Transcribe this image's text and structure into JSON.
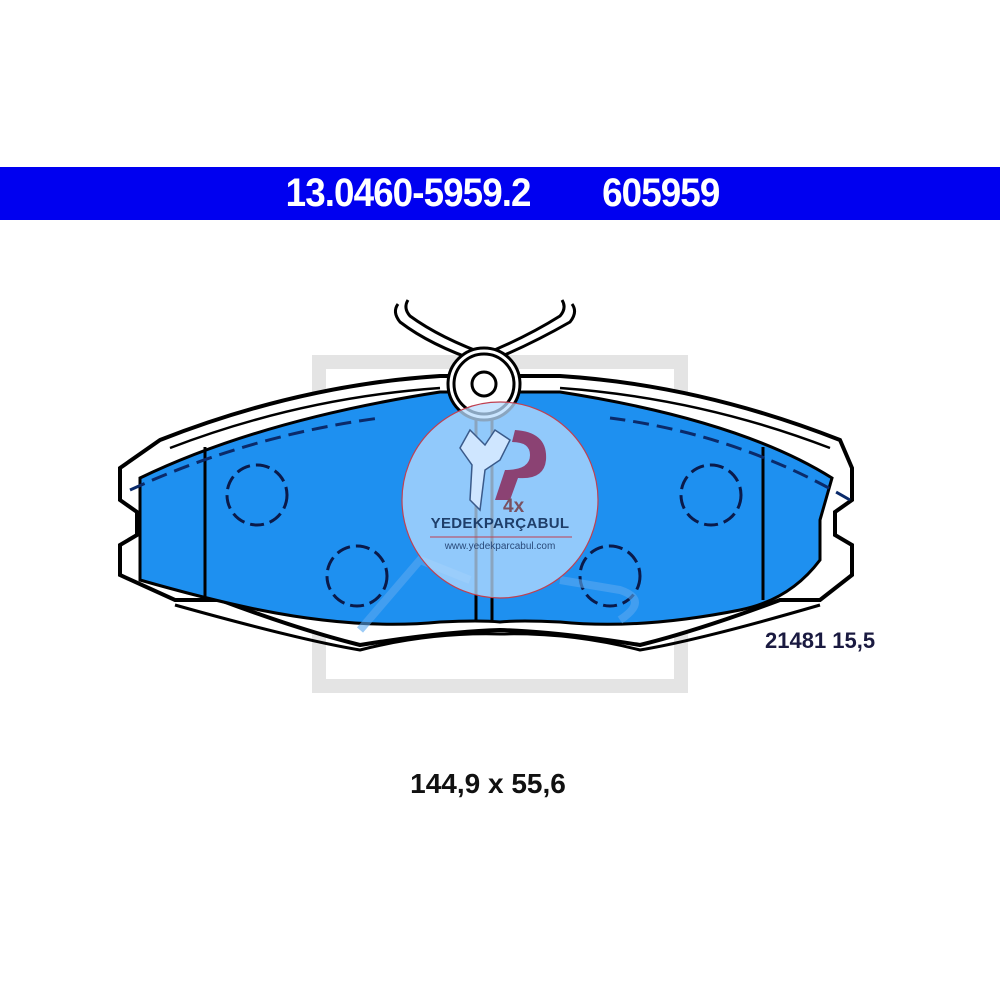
{
  "header": {
    "part_number": "13.0460-5959.2",
    "ref_number": "605959",
    "background_color": "#0000f0",
    "text_color": "#ffffff"
  },
  "drawing": {
    "subject": "brake-pad-technical-drawing",
    "pad_fill_color": "#1e90f0",
    "outline_color": "#000000",
    "backplate_color": "#ffffff",
    "frame_watermark_color": "#e2e2e2",
    "has_wear_indicator_clip": true,
    "dashed_circle_count": 4
  },
  "labels": {
    "code": "21481 15,5",
    "dimensions": "144,9 x 55,6"
  },
  "watermark": {
    "quantity": "4x",
    "brand": "YEDEKPARÇABUL",
    "url": "www.yedekparcabul.com",
    "disc_color": "#a8d4ff",
    "ring_color": "#c04050",
    "logo_accent_color": "#8a2a5a"
  }
}
